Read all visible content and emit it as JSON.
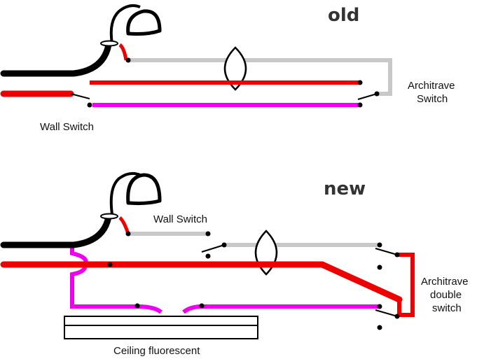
{
  "old_section": {
    "heading": "old",
    "wall_switch_label": "Wall Switch",
    "architrave_label_line1": "Architrave",
    "architrave_label_line2": "Switch"
  },
  "new_section": {
    "heading": "new",
    "wall_switch_label": "Wall Switch",
    "architrave_label_line1": "Architrave",
    "architrave_label_line2": "double",
    "architrave_label_line3": "switch",
    "fluorescent_label": "Ceiling fluorescent"
  },
  "wire_colors": {
    "live_black": "#000000",
    "red": "#ee0000",
    "grey": "#c8c8c8",
    "magenta": "#ee00ee"
  }
}
